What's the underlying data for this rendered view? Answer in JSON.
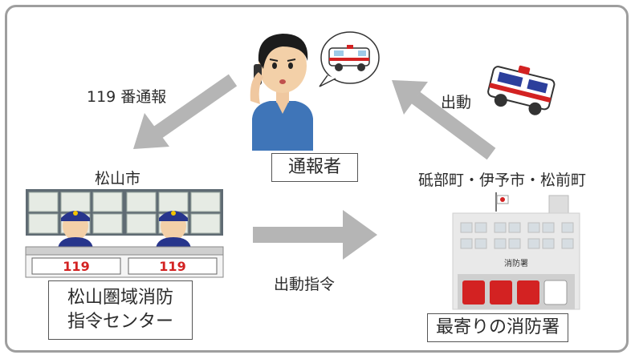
{
  "frame": {
    "border_color": "#9e9e9e"
  },
  "labels": {
    "report_119": "119 番通報",
    "dispatch": "出動",
    "dispatch_order": "出動指令",
    "matsuyama_city": "松山市",
    "other_towns": "砥部町・伊予市・松前町"
  },
  "boxes": {
    "reporter": "通報者",
    "center_line1": "松山圏域消防",
    "center_line2": "指令センター",
    "station": "最寄りの消防署"
  },
  "signs": {
    "desk_number": "119",
    "station_sign": "消防署"
  },
  "icons": {
    "reporter": "person-on-phone-icon",
    "ambulance_bubble": "ambulance-thought-bubble-icon",
    "ambulance_dispatch": "ambulance-icon",
    "command_center": "dispatch-operators-icon",
    "fire_station": "fire-station-icon"
  },
  "colors": {
    "arrow": "#b5b5b5",
    "fire_red": "#d32222",
    "police_blue": "#27358c"
  }
}
